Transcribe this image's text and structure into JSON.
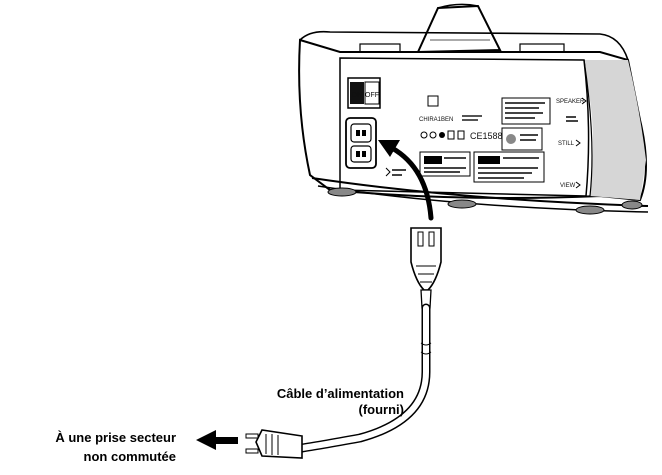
{
  "labels": {
    "cable_line1": "Câble d’alimentation",
    "cable_line2": "(fourni)",
    "outlet_line1": "À une prise secteur",
    "outlet_line2": "non commutée"
  },
  "device": {
    "switch_on": "ON",
    "switch_off": "OFF",
    "ce_mark": "CE1588",
    "model_code": "CHIRA1BEN",
    "side_label_1": "SPEAKER",
    "side_label_2": "STILL",
    "side_label_3": "VIEW"
  }
}
